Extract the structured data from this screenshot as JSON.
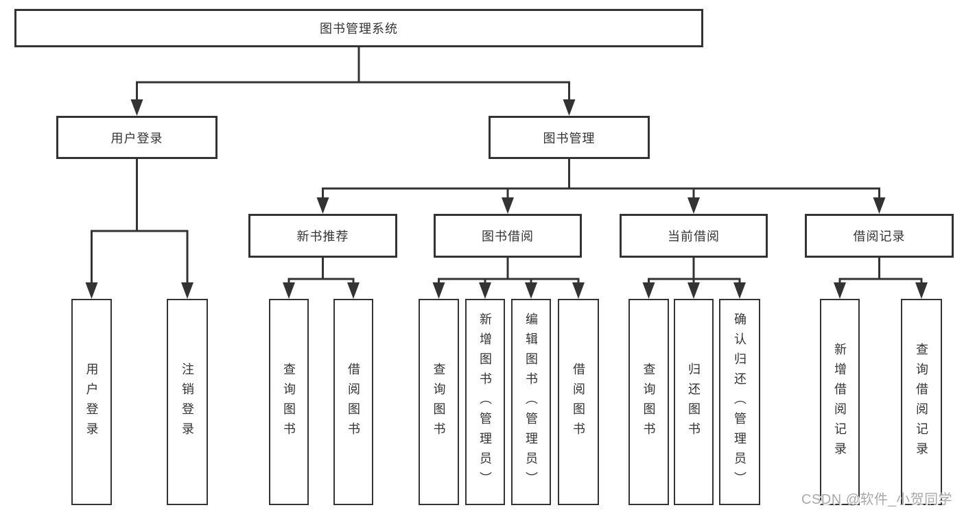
{
  "colors": {
    "line": "#333333",
    "border": "#333333",
    "text": "#333333",
    "watermark": "#a9a9a9"
  },
  "tree": {
    "root": "图书管理系统",
    "login": {
      "label": "用户登录",
      "children": [
        "用户登录",
        "注销登录"
      ]
    },
    "mgmt": {
      "label": "图书管理",
      "children": [
        {
          "label": "新书推荐",
          "children": [
            "查询图书",
            "借阅图书"
          ]
        },
        {
          "label": "图书借阅",
          "children": [
            "查询图书",
            "新增图书（管理员）",
            "编辑图书（管理员）",
            "借阅图书"
          ]
        },
        {
          "label": "当前借阅",
          "children": [
            "查询图书",
            "归还图书",
            "确认归还（管理员）"
          ]
        },
        {
          "label": "借阅记录",
          "children": [
            "新增借阅记录",
            "查询借阅记录"
          ]
        }
      ]
    }
  },
  "watermark": {
    "text": "CSDN @软件_小贺同学"
  }
}
